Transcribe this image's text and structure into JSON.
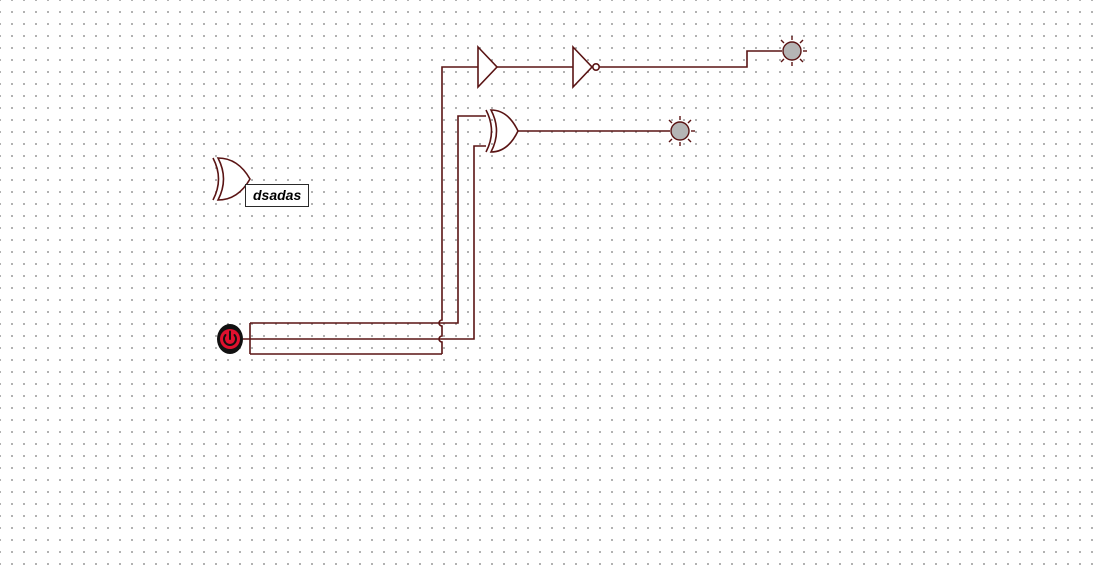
{
  "canvas": {
    "grid": "dotted",
    "background": "#ffffff",
    "wire_color": "#5a1414"
  },
  "components": {
    "power_switch": {
      "icon": "power-icon",
      "state": "on",
      "color": "#e0102e"
    },
    "unlabeled_xor_gate": {
      "type": "xor-gate",
      "label": "dsadas"
    },
    "buffer_gate": {
      "type": "buffer"
    },
    "not_gate": {
      "type": "not"
    },
    "xor_gate": {
      "type": "xor-gate"
    },
    "output_bulb_top": {
      "type": "light-bulb",
      "state": "off",
      "color": "#b5b5b5"
    },
    "output_bulb_middle": {
      "type": "light-bulb",
      "state": "off",
      "color": "#b5b5b5"
    }
  }
}
